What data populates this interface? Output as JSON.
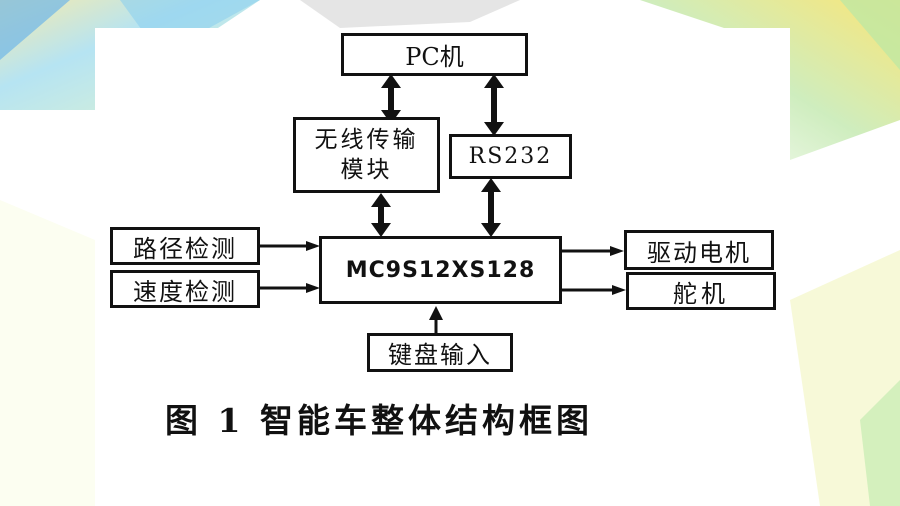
{
  "diagram": {
    "nodes": {
      "pc": "PC机",
      "wireless_line1": "无线传输",
      "wireless_line2": "模块",
      "rs232": "RS232",
      "mcu": "MC9S12XS128",
      "path": "路径检测",
      "speed": "速度检测",
      "keyboard": "键盘输入",
      "motor": "驱动电机",
      "servo": "舵机"
    },
    "caption": "图 1  智能车整体结构框图",
    "edges": [
      {
        "from": "pc",
        "to": "wireless",
        "direction": "both"
      },
      {
        "from": "pc",
        "to": "rs232",
        "direction": "both"
      },
      {
        "from": "wireless",
        "to": "mcu",
        "direction": "both"
      },
      {
        "from": "rs232",
        "to": "mcu",
        "direction": "both"
      },
      {
        "from": "path",
        "to": "mcu",
        "direction": "forward"
      },
      {
        "from": "speed",
        "to": "mcu",
        "direction": "forward"
      },
      {
        "from": "keyboard",
        "to": "mcu",
        "direction": "forward"
      },
      {
        "from": "mcu",
        "to": "motor",
        "direction": "forward"
      },
      {
        "from": "mcu",
        "to": "servo",
        "direction": "forward"
      }
    ]
  },
  "colors": {
    "line": "#111111",
    "deco_yellow": "#f7e98c",
    "deco_green": "#b9e3a6",
    "deco_cyan": "#9fd8ea",
    "deco_blue": "#3f8fd6"
  }
}
